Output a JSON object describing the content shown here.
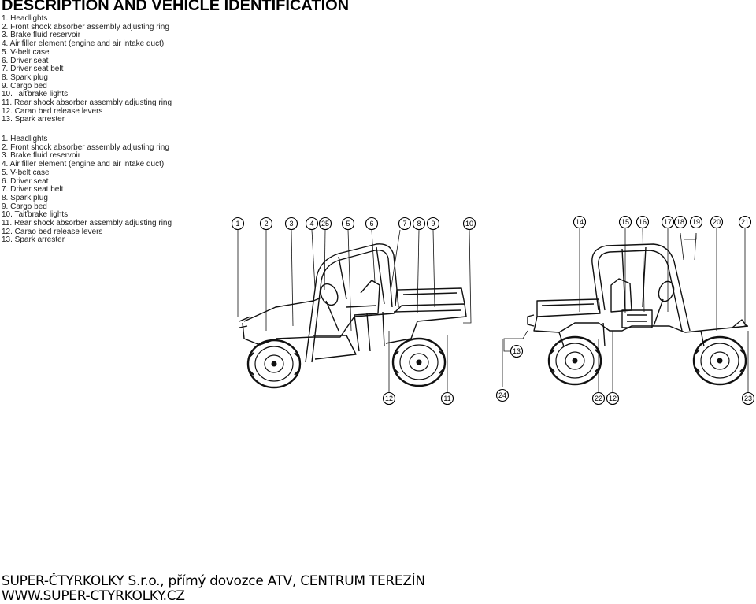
{
  "title": "DESCRIPTION AND VEHICLE IDENTIFICATION",
  "parts_list_1": [
    "1. Headlights",
    "2. Front shock absorber assembly adjusting ring",
    "3. Brake fluid reservoir",
    "4. Air filler element (engine and air intake duct)",
    "5. V-belt case",
    "6. Driver seat",
    "7. Driver seat belt",
    "8. Spark plug",
    "9. Cargo bed",
    "10. Taiťbrake lights",
    "11. Rear shock absorber assembly adjusting ring",
    "12. Carao bed release levers",
    "13. Spark arrester"
  ],
  "parts_list_2": [
    "1. Headlights",
    "2. Front shock absorber assembly adjusting ring",
    "3. Brake fluid reservoir",
    "4. Air filler element (engine and air intake duct)",
    "5. V-belt case",
    "6. Driver seat",
    "7. Driver seat belt",
    "8. Spark plug",
    "9. Cargo bed",
    "10. Taiťbrake lights",
    "11. Rear shock absorber assembly adjusting ring",
    "12. Carao bed release levers",
    "13. Spark arrester"
  ],
  "diagram": {
    "left_top_callouts": [
      "1",
      "2",
      "3",
      "4",
      "25",
      "5",
      "6",
      "7",
      "8",
      "9",
      "10"
    ],
    "left_bottom_callouts": [
      "12",
      "11"
    ],
    "right_top_callouts": [
      "14",
      "15",
      "16",
      "17",
      "18",
      "19",
      "20",
      "21"
    ],
    "right_side_callouts": [
      "13"
    ],
    "right_bottom_callouts": [
      "24",
      "22",
      "12",
      "23"
    ]
  },
  "footer": {
    "line1": "SUPER-ČTYRKOLKY S.r.o., přímý dovozce ATV, CENTRUM TEREZÍN",
    "line2": "WWW.SUPER-CTYRKOLKY.CZ"
  }
}
